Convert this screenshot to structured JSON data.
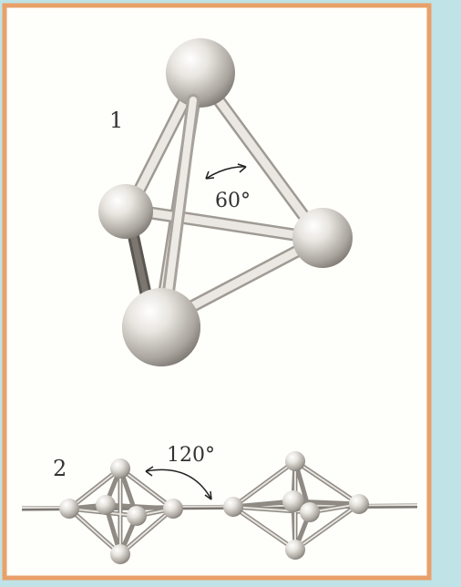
{
  "figure1": {
    "label": "1",
    "angle_label": "60°"
  },
  "figure2": {
    "label": "2",
    "angle_label": "120°"
  },
  "colors": {
    "page_background": "#bfe3e6",
    "card_background": "#fefefa",
    "card_border": "#e9a06a",
    "atom": "#d9d5cf",
    "bond": "#d0ccc6",
    "text": "#333333"
  }
}
